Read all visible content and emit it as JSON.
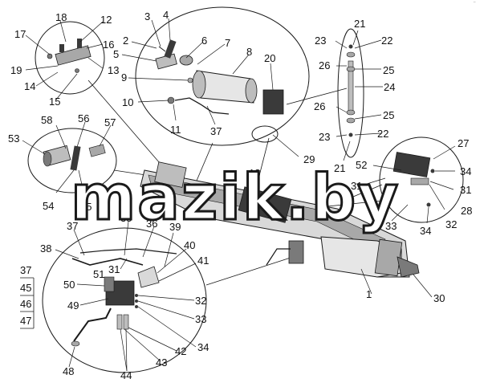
{
  "watermark": "mazik.by",
  "corner_mark": "‾",
  "callouts": {
    "c1": "1",
    "c2": "2",
    "c3": "3",
    "c4": "4",
    "c5": "5",
    "c6": "6",
    "c7": "7",
    "c8": "8",
    "c9": "9",
    "c10": "10",
    "c11": "11",
    "c12": "12",
    "c13": "13",
    "c14": "14",
    "c15": "15",
    "c16": "16",
    "c17": "17",
    "c18": "18",
    "c19": "19",
    "c20": "20",
    "c21": "21",
    "c22": "22",
    "c23": "23",
    "c24": "24",
    "c25": "25",
    "c26": "26",
    "c27": "27",
    "c28": "28",
    "c29": "29",
    "c30": "30",
    "c31": "31",
    "c32": "32",
    "c33": "33",
    "c34": "34",
    "c35": "35",
    "c36": "36",
    "c37": "37",
    "c38": "38",
    "c39": "39",
    "c40": "40",
    "c41": "41",
    "c42": "42",
    "c43": "43",
    "c44": "44",
    "c45": "45",
    "c46": "46",
    "c47": "47",
    "c48": "48",
    "c49": "49",
    "c50": "50",
    "c51": "51",
    "c52": "52",
    "c53": "53",
    "c54": "54",
    "c55": "55",
    "c56": "56",
    "c57": "57",
    "c58": "58"
  },
  "colors": {
    "line": "#1a1a1a",
    "part_light": "#d9d9d9",
    "part_mid": "#a8a8a8",
    "part_dark": "#3a3a3a"
  }
}
